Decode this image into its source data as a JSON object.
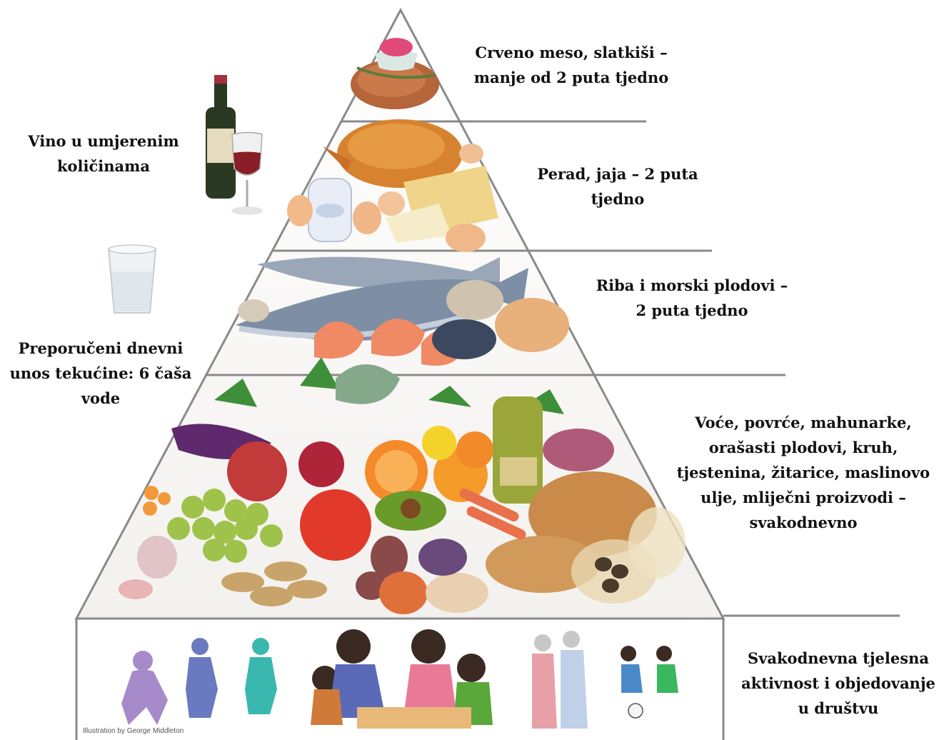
{
  "pyramid": {
    "tiers": [
      {
        "id": "top",
        "label_lines": [
          "Crveno meso, slatkiši –",
          "manje od 2 puta tjedno"
        ]
      },
      {
        "id": "poultry",
        "label_lines": [
          "Perad, jaja – 2 puta",
          "tjedno"
        ]
      },
      {
        "id": "fish",
        "label_lines": [
          "Riba i morski plodovi –",
          "2 puta tjedno"
        ]
      },
      {
        "id": "plants",
        "label_lines": [
          "Voće, povrće, mahunarke,",
          "orašasti plodovi, kruh,",
          "tjestenina, žitarice, maslinovo",
          "ulje, mliječni proizvodi –",
          "svakodnevno"
        ]
      },
      {
        "id": "activity",
        "label_lines": [
          "Svakodnevna tjelesna",
          "aktivnost i objedovanje",
          "u društvu"
        ]
      }
    ],
    "side_notes": [
      {
        "id": "wine",
        "label_lines": [
          "Vino u umjerenim",
          "količinama"
        ]
      },
      {
        "id": "water",
        "label_lines": [
          "Preporučeni dnevni",
          "unos tekućine: 6 čaša",
          "vode"
        ]
      }
    ],
    "credit": "Illustration by George Middleton"
  },
  "colors": {
    "line": "#8a8a8a",
    "text": "#111111"
  }
}
